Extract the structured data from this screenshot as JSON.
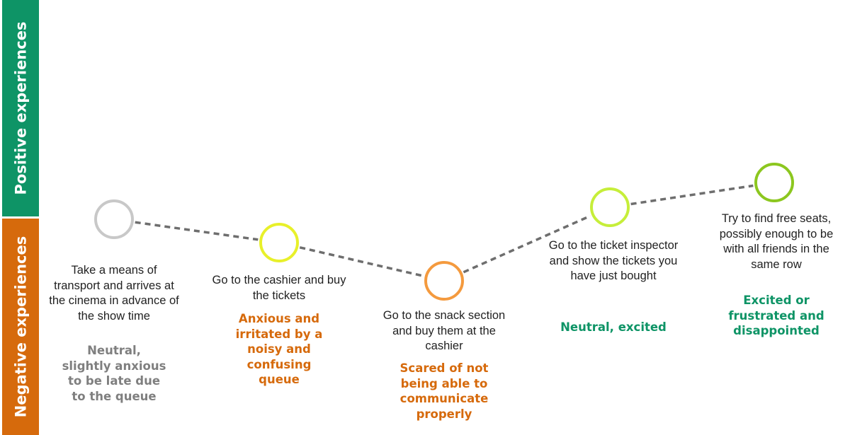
{
  "colors": {
    "positive": "#0e9466",
    "negative": "#d66a0c",
    "connector": "#6e6e6e"
  },
  "bands": {
    "positive_label": "Positive experiences",
    "negative_label": "Negative experiences"
  },
  "steps": [
    {
      "description": "Take a means of transport and arrives at the cinema in advance of the show time",
      "emotion": "Neutral, slightly anxious to be late due to the queue",
      "emotion_color": "#7f7f7f",
      "node_color": "#c8c8c8"
    },
    {
      "description": "Go to the cashier and buy the tickets",
      "emotion": "Anxious and irritated by a noisy and confusing queue",
      "emotion_color": "#d66a0c",
      "node_color": "#e8f02a"
    },
    {
      "description": "Go to the snack section and buy them at the cashier",
      "emotion": "Scared of not being able to communicate properly",
      "emotion_color": "#d66a0c",
      "node_color": "#f49a3e"
    },
    {
      "description": "Go to the ticket inspector and show the tickets you have just bought",
      "emotion": "Neutral, excited",
      "emotion_color": "#0e9466",
      "node_color": "#c6ee3a"
    },
    {
      "description": "Try to find free seats, possibly enough to be with all friends in the same row",
      "emotion": "Excited or frustrated and disappointed",
      "emotion_color": "#0e9466",
      "node_color": "#8cc71f"
    }
  ]
}
